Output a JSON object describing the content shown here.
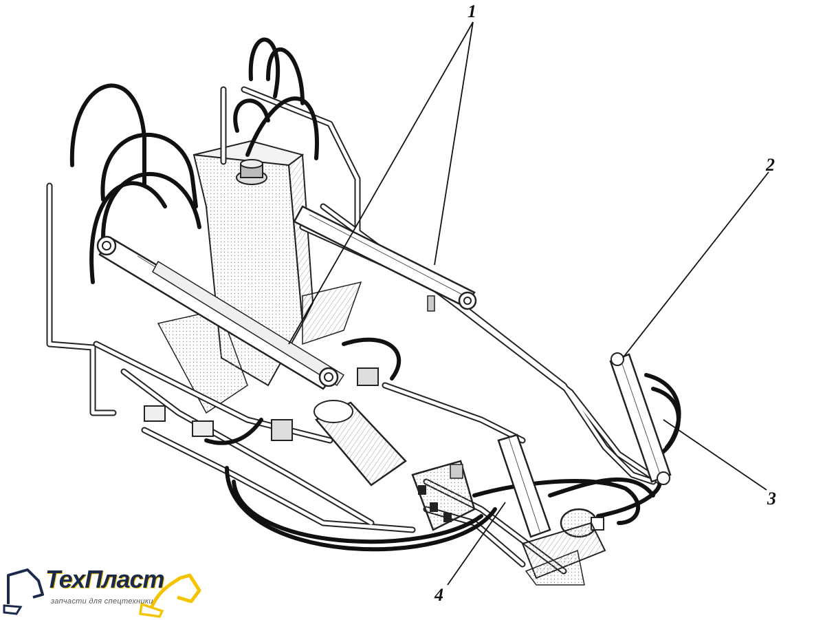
{
  "callouts": [
    "1",
    "2",
    "3",
    "4"
  ],
  "logo": {
    "brand": "ТехПласт",
    "tagline": "запчасти для спецтехники",
    "brand_color": "#1b2a4a",
    "accent_color": "#f4c400"
  }
}
